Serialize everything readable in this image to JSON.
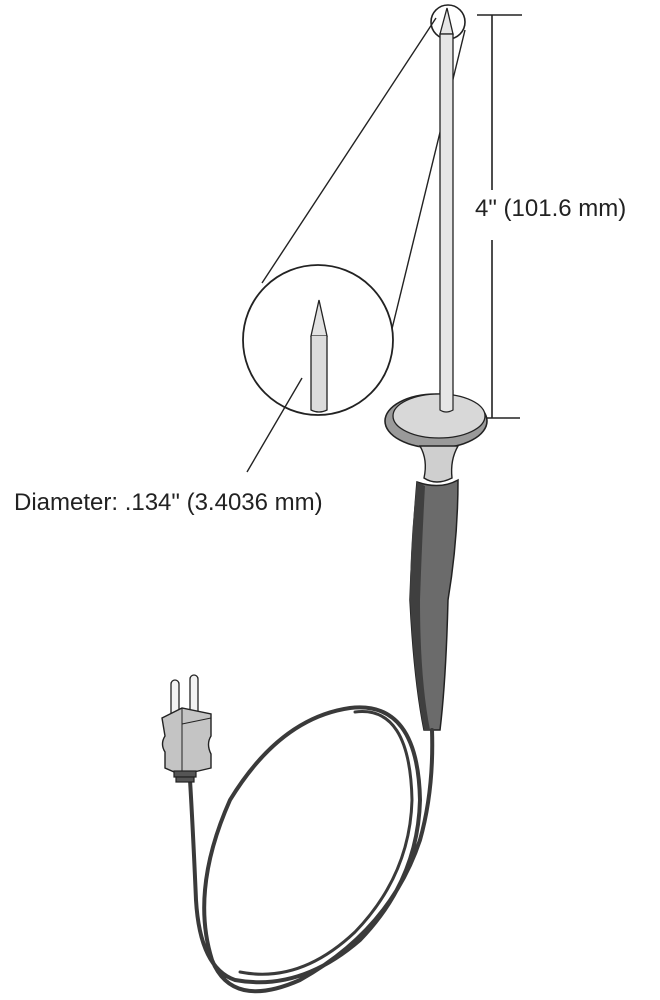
{
  "diagram": {
    "subject": "Temperature probe with handle, cable and thermocouple connector",
    "colors": {
      "outline": "#222222",
      "probe_shaft": "#e6e6e6",
      "guard": "#d8d8d8",
      "guard_rim": "#9a9a9a",
      "handle_collar": "#cfcfcf",
      "handle": "#6b6b6b",
      "handle_shadow": "#3f3f3f",
      "cable": "#3a3a3a",
      "connector": "#c4c4c4"
    },
    "labels": {
      "length": "4\" (101.6 mm)",
      "diameter": "Diameter: .134\" (3.4036 mm)"
    },
    "parts": [
      "probe-tip",
      "probe-shaft",
      "detail-magnifier",
      "hand-guard",
      "handle",
      "cable",
      "connector"
    ]
  }
}
